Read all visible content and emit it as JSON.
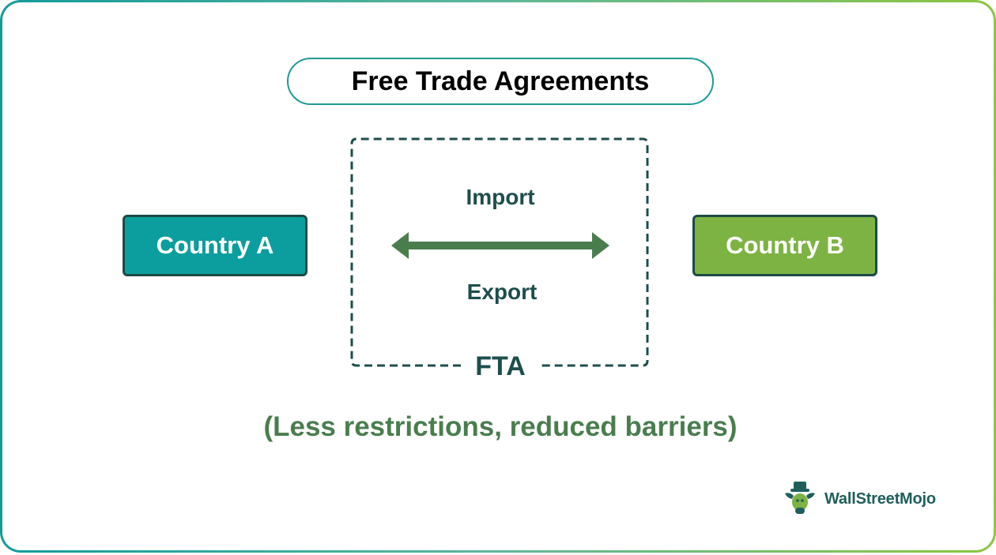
{
  "title": "Free Trade Agreements",
  "country_a": "Country A",
  "country_b": "Country B",
  "arrow_top_label": "Import",
  "arrow_bottom_label": "Export",
  "box_label": "FTA",
  "caption": "(Less restrictions, reduced barriers)",
  "logo_text": "WallStreetMojo",
  "colors": {
    "country_a": "#0c9e9e",
    "country_b": "#7cb342",
    "arrow": "#4a7d4e",
    "dark_text": "#1d4e4c",
    "caption": "#4a7d4e"
  }
}
